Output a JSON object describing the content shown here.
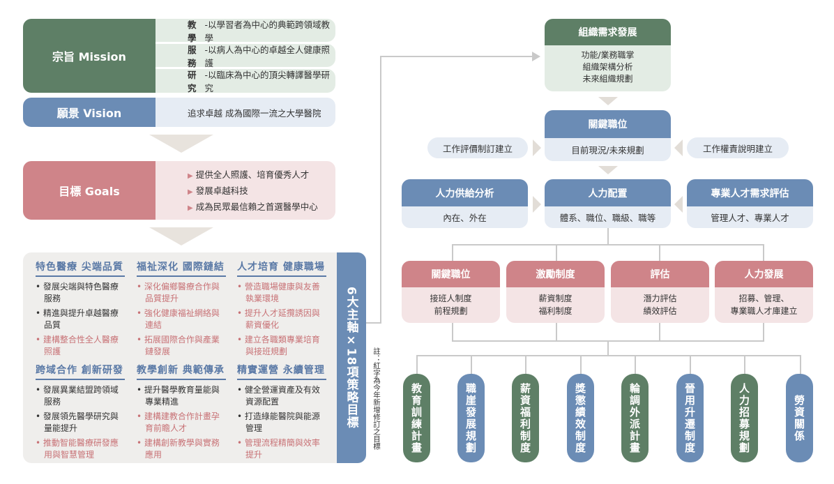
{
  "mission": {
    "label": "宗旨 Mission",
    "items": [
      {
        "head": "教學",
        "text": "-以學習者為中心的典範跨領域教學"
      },
      {
        "head": "服務",
        "text": "-以病人為中心的卓越全人健康照護"
      },
      {
        "head": "研究",
        "text": "-以臨床為中心的頂尖轉譯醫學研究"
      }
    ]
  },
  "vision": {
    "label": "願景 Vision",
    "text": "追求卓越 成為國際一流之大學醫院"
  },
  "goals": {
    "label": "目標 Goals",
    "items": [
      "提供全人照護、培育優秀人才",
      "發展卓越科技",
      "成為民眾最信賴之首選醫學中心"
    ]
  },
  "axes": [
    {
      "title": "特色醫療 尖端品質",
      "items": [
        {
          "text": "發展尖端與特色醫療服務",
          "red": false
        },
        {
          "text": "精進與提升卓越醫療品質",
          "red": false
        },
        {
          "text": "建構整合性全人醫療照護",
          "red": true
        }
      ]
    },
    {
      "title": "福祉深化 國際鏈結",
      "items": [
        {
          "text": "深化偏鄉醫療合作與品質提升",
          "red": true
        },
        {
          "text": "強化健康福祉網絡與連結",
          "red": true
        },
        {
          "text": "拓展國際合作與產業鏈發展",
          "red": true
        }
      ]
    },
    {
      "title": "人才培育 健康職場",
      "items": [
        {
          "text": "營造職場健康與友善執業環境",
          "red": true
        },
        {
          "text": "提升人才延攬誘因與薪資優化",
          "red": true
        },
        {
          "text": "建立各職類專業培育與接班規劃",
          "red": true
        }
      ]
    },
    {
      "title": "跨域合作 創新研發",
      "items": [
        {
          "text": "發展異業結盟跨領域服務",
          "red": false
        },
        {
          "text": "發展領先醫學研究與量能提升",
          "red": false
        },
        {
          "text": "推動智能醫療研發應用與智慧管理",
          "red": true
        }
      ]
    },
    {
      "title": "教學創新 典範傳承",
      "items": [
        {
          "text": "提升醫學教育量能與專業精進",
          "red": false
        },
        {
          "text": "建構建教合作計畫孕育前瞻人才",
          "red": true
        },
        {
          "text": "建構創新教學與實務應用",
          "red": true
        }
      ]
    },
    {
      "title": "精實運營 永續管理",
      "items": [
        {
          "text": "健全營運資產及有效資源配置",
          "red": false
        },
        {
          "text": "打造綠能醫院與能源管理",
          "red": false
        },
        {
          "text": "管理流程精簡與效率提升",
          "red": true
        }
      ]
    }
  ],
  "axis_label": "6大主軸×18項策略目標",
  "note": "註：紅字為今年新增修訂之目標",
  "org": {
    "title": "組織需求發展",
    "lines": [
      "功能/業務職掌",
      "組織架構分析",
      "未來組織規劃"
    ]
  },
  "key_position": {
    "title": "關鍵職位",
    "text": "目前現況/未來規劃"
  },
  "side_left": "工作評價制訂建立",
  "side_right": "工作權責說明建立",
  "supply": {
    "title": "人力供給分析",
    "text": "內在、外在"
  },
  "allocation": {
    "title": "人力配置",
    "text": "體系、職位、職級、職等"
  },
  "demand": {
    "title": "專業人才需求評估",
    "text": "管理人才、專業人才"
  },
  "row4": [
    {
      "title": "關鍵職位",
      "lines": [
        "接班人制度",
        "前程規劃"
      ]
    },
    {
      "title": "激勵制度",
      "lines": [
        "薪資制度",
        "福利制度"
      ]
    },
    {
      "title": "評估",
      "lines": [
        "潛力評估",
        "績效評估"
      ]
    },
    {
      "title": "人力發展",
      "lines": [
        "招募、管理、",
        "專業職人才庫建立"
      ]
    }
  ],
  "plans": [
    {
      "label": "教育訓練計畫",
      "color": "#5e7f66"
    },
    {
      "label": "職崖發展規劃",
      "color": "#6b8cb5"
    },
    {
      "label": "薪資福利制度",
      "color": "#5e7f66"
    },
    {
      "label": "獎懲績效制度",
      "color": "#6b8cb5"
    },
    {
      "label": "輪調外派計畫",
      "color": "#5e7f66"
    },
    {
      "label": "晉用升遷制度",
      "color": "#6b8cb5"
    },
    {
      "label": "人力招募規劃",
      "color": "#5e7f66"
    },
    {
      "label": "勞資關係",
      "color": "#6b8cb5"
    }
  ],
  "colors": {
    "green": "#5e7f66",
    "blue": "#6b8cb5",
    "red": "#cf8489",
    "lightgreen": "#e3ece4",
    "lightblue": "#e6ecf4",
    "lightred": "#f4e4e5",
    "grey": "#efeeec"
  }
}
